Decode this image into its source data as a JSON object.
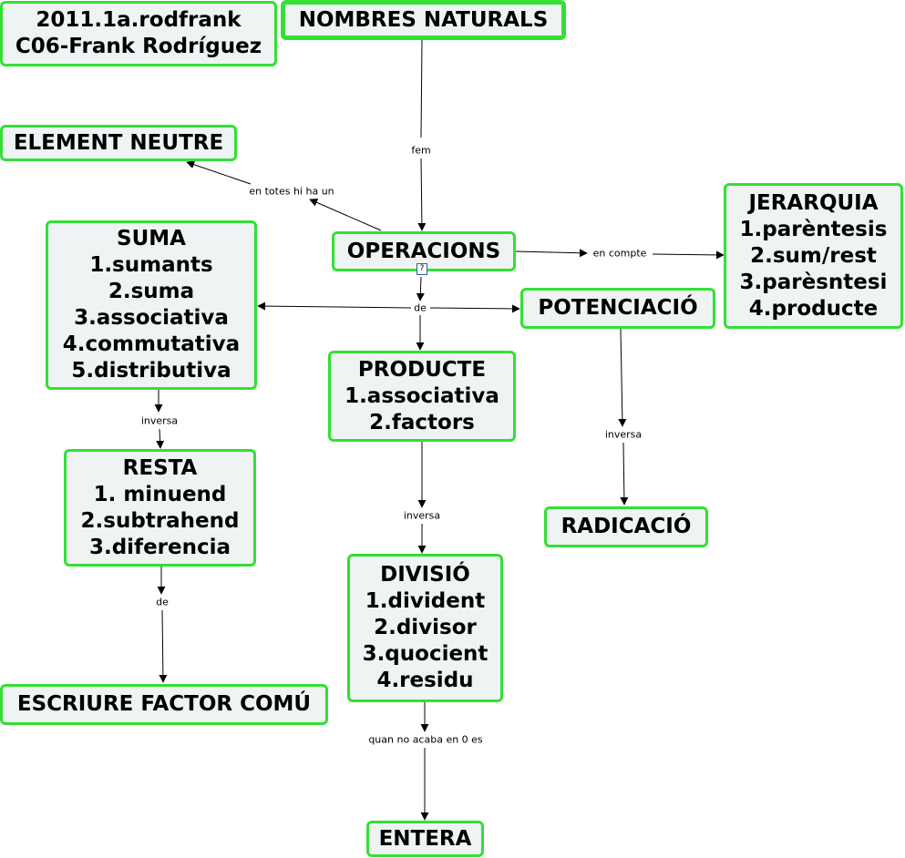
{
  "nodes": {
    "author": [
      "2011.1a.rodfrank",
      "C06-Frank Rodríguez"
    ],
    "root": [
      "NOMBRES NATURALS"
    ],
    "element_neutre": [
      "ELEMENT NEUTRE"
    ],
    "operacions": [
      "OPERACIONS"
    ],
    "jerarquia": [
      "JERARQUIA",
      "1.parèntesis",
      "2.sum/rest",
      "3.parèsntesi",
      "4.producte"
    ],
    "suma": [
      "SUMA",
      "1.sumants",
      "2.suma",
      "3.associativa",
      "4.commutativa",
      "5.distributiva"
    ],
    "potenciacio": [
      "POTENCIACIÓ"
    ],
    "producte": [
      "PRODUCTE",
      "1.associativa",
      "2.factors"
    ],
    "resta": [
      "RESTA",
      "1. minuend",
      "2.subtrahend",
      "3.diferencia"
    ],
    "radicacio": [
      "RADICACIÓ"
    ],
    "divisio": [
      "DIVISIÓ",
      "1.divident",
      "2.divisor",
      "3.quocient",
      "4.residu"
    ],
    "escriure": [
      "ESCRIURE FACTOR COMÚ"
    ],
    "entera": [
      "ENTERA"
    ]
  },
  "links": {
    "fem": "fem",
    "en_totes": "en totes hi ha un",
    "en_compte": "en compte",
    "de_operacions": "de",
    "inversa_suma": "inversa",
    "inversa_potenciacio": "inversa",
    "inversa_producte": "inversa",
    "de_resta": "de",
    "quan_no_acaba": "quan no acaba en 0 es"
  },
  "icons": {
    "resource": "document-icon",
    "resource_glyph": "?"
  },
  "colors": {
    "node_border": "#33e033",
    "node_fill": "#eef3f4",
    "line": "#000000"
  }
}
